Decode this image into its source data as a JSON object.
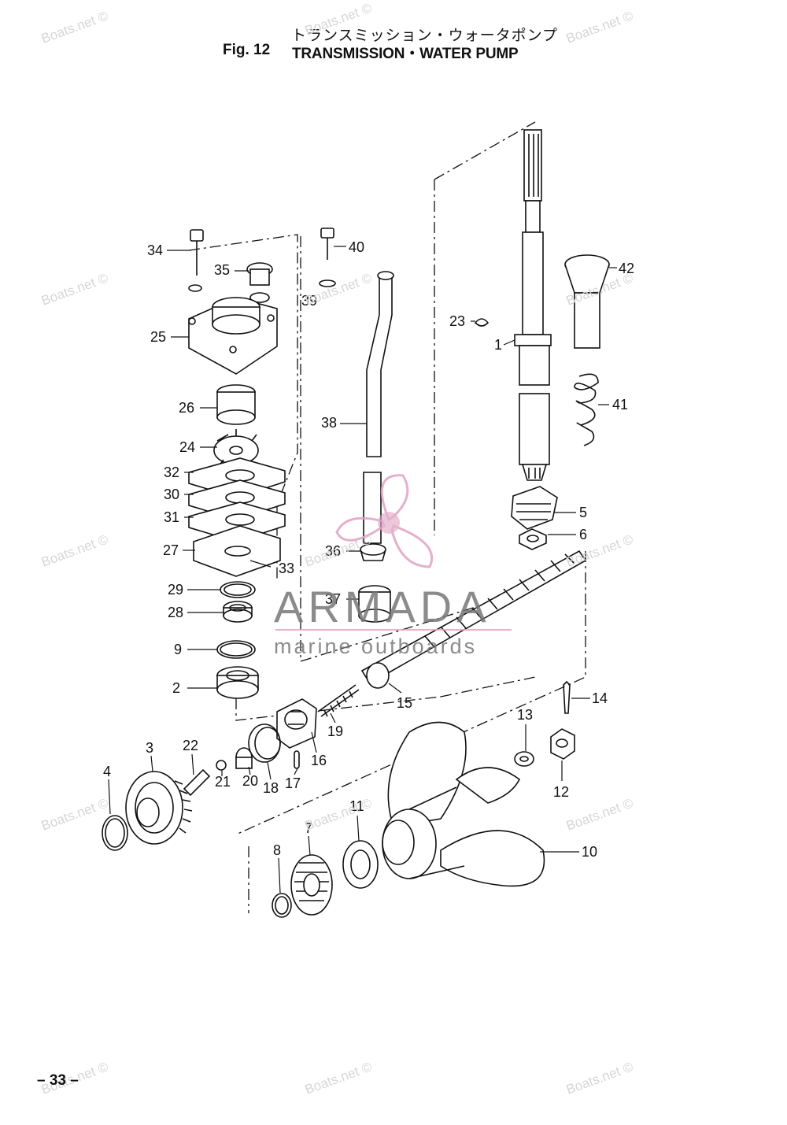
{
  "header": {
    "title_jp": "トランスミッション・ウォータポンプ",
    "fig_label": "Fig. 12",
    "fig_title": "TRANSMISSION・WATER PUMP"
  },
  "page_number": "– 33 –",
  "watermarks": {
    "site": "Boats.net ©",
    "brand": "ARMADA",
    "brand_sub": "marine outboards",
    "brand_color": "#e0a3c4",
    "brand_text_color": "#777777"
  },
  "callouts": [
    {
      "id": "c1",
      "label": "1"
    },
    {
      "id": "c2",
      "label": "2"
    },
    {
      "id": "c3",
      "label": "3"
    },
    {
      "id": "c4",
      "label": "4"
    },
    {
      "id": "c5",
      "label": "5"
    },
    {
      "id": "c6",
      "label": "6"
    },
    {
      "id": "c7",
      "label": "7"
    },
    {
      "id": "c8",
      "label": "8"
    },
    {
      "id": "c9",
      "label": "9"
    },
    {
      "id": "c10",
      "label": "10"
    },
    {
      "id": "c11",
      "label": "11"
    },
    {
      "id": "c12",
      "label": "12"
    },
    {
      "id": "c13",
      "label": "13"
    },
    {
      "id": "c14",
      "label": "14"
    },
    {
      "id": "c15",
      "label": "15"
    },
    {
      "id": "c16",
      "label": "16"
    },
    {
      "id": "c17",
      "label": "17"
    },
    {
      "id": "c18",
      "label": "18"
    },
    {
      "id": "c19",
      "label": "19"
    },
    {
      "id": "c20",
      "label": "20"
    },
    {
      "id": "c21",
      "label": "21"
    },
    {
      "id": "c22",
      "label": "22"
    },
    {
      "id": "c23",
      "label": "23"
    },
    {
      "id": "c24",
      "label": "24"
    },
    {
      "id": "c25",
      "label": "25"
    },
    {
      "id": "c26",
      "label": "26"
    },
    {
      "id": "c27",
      "label": "27"
    },
    {
      "id": "c28",
      "label": "28"
    },
    {
      "id": "c29",
      "label": "29"
    },
    {
      "id": "c30",
      "label": "30"
    },
    {
      "id": "c31",
      "label": "31"
    },
    {
      "id": "c32",
      "label": "32"
    },
    {
      "id": "c33",
      "label": "33"
    },
    {
      "id": "c34",
      "label": "34"
    },
    {
      "id": "c35",
      "label": "35"
    },
    {
      "id": "c36",
      "label": "36"
    },
    {
      "id": "c37",
      "label": "37"
    },
    {
      "id": "c38",
      "label": "38"
    },
    {
      "id": "c39",
      "label": "39"
    },
    {
      "id": "c40",
      "label": "40"
    },
    {
      "id": "c41",
      "label": "41"
    },
    {
      "id": "c42",
      "label": "42"
    }
  ]
}
